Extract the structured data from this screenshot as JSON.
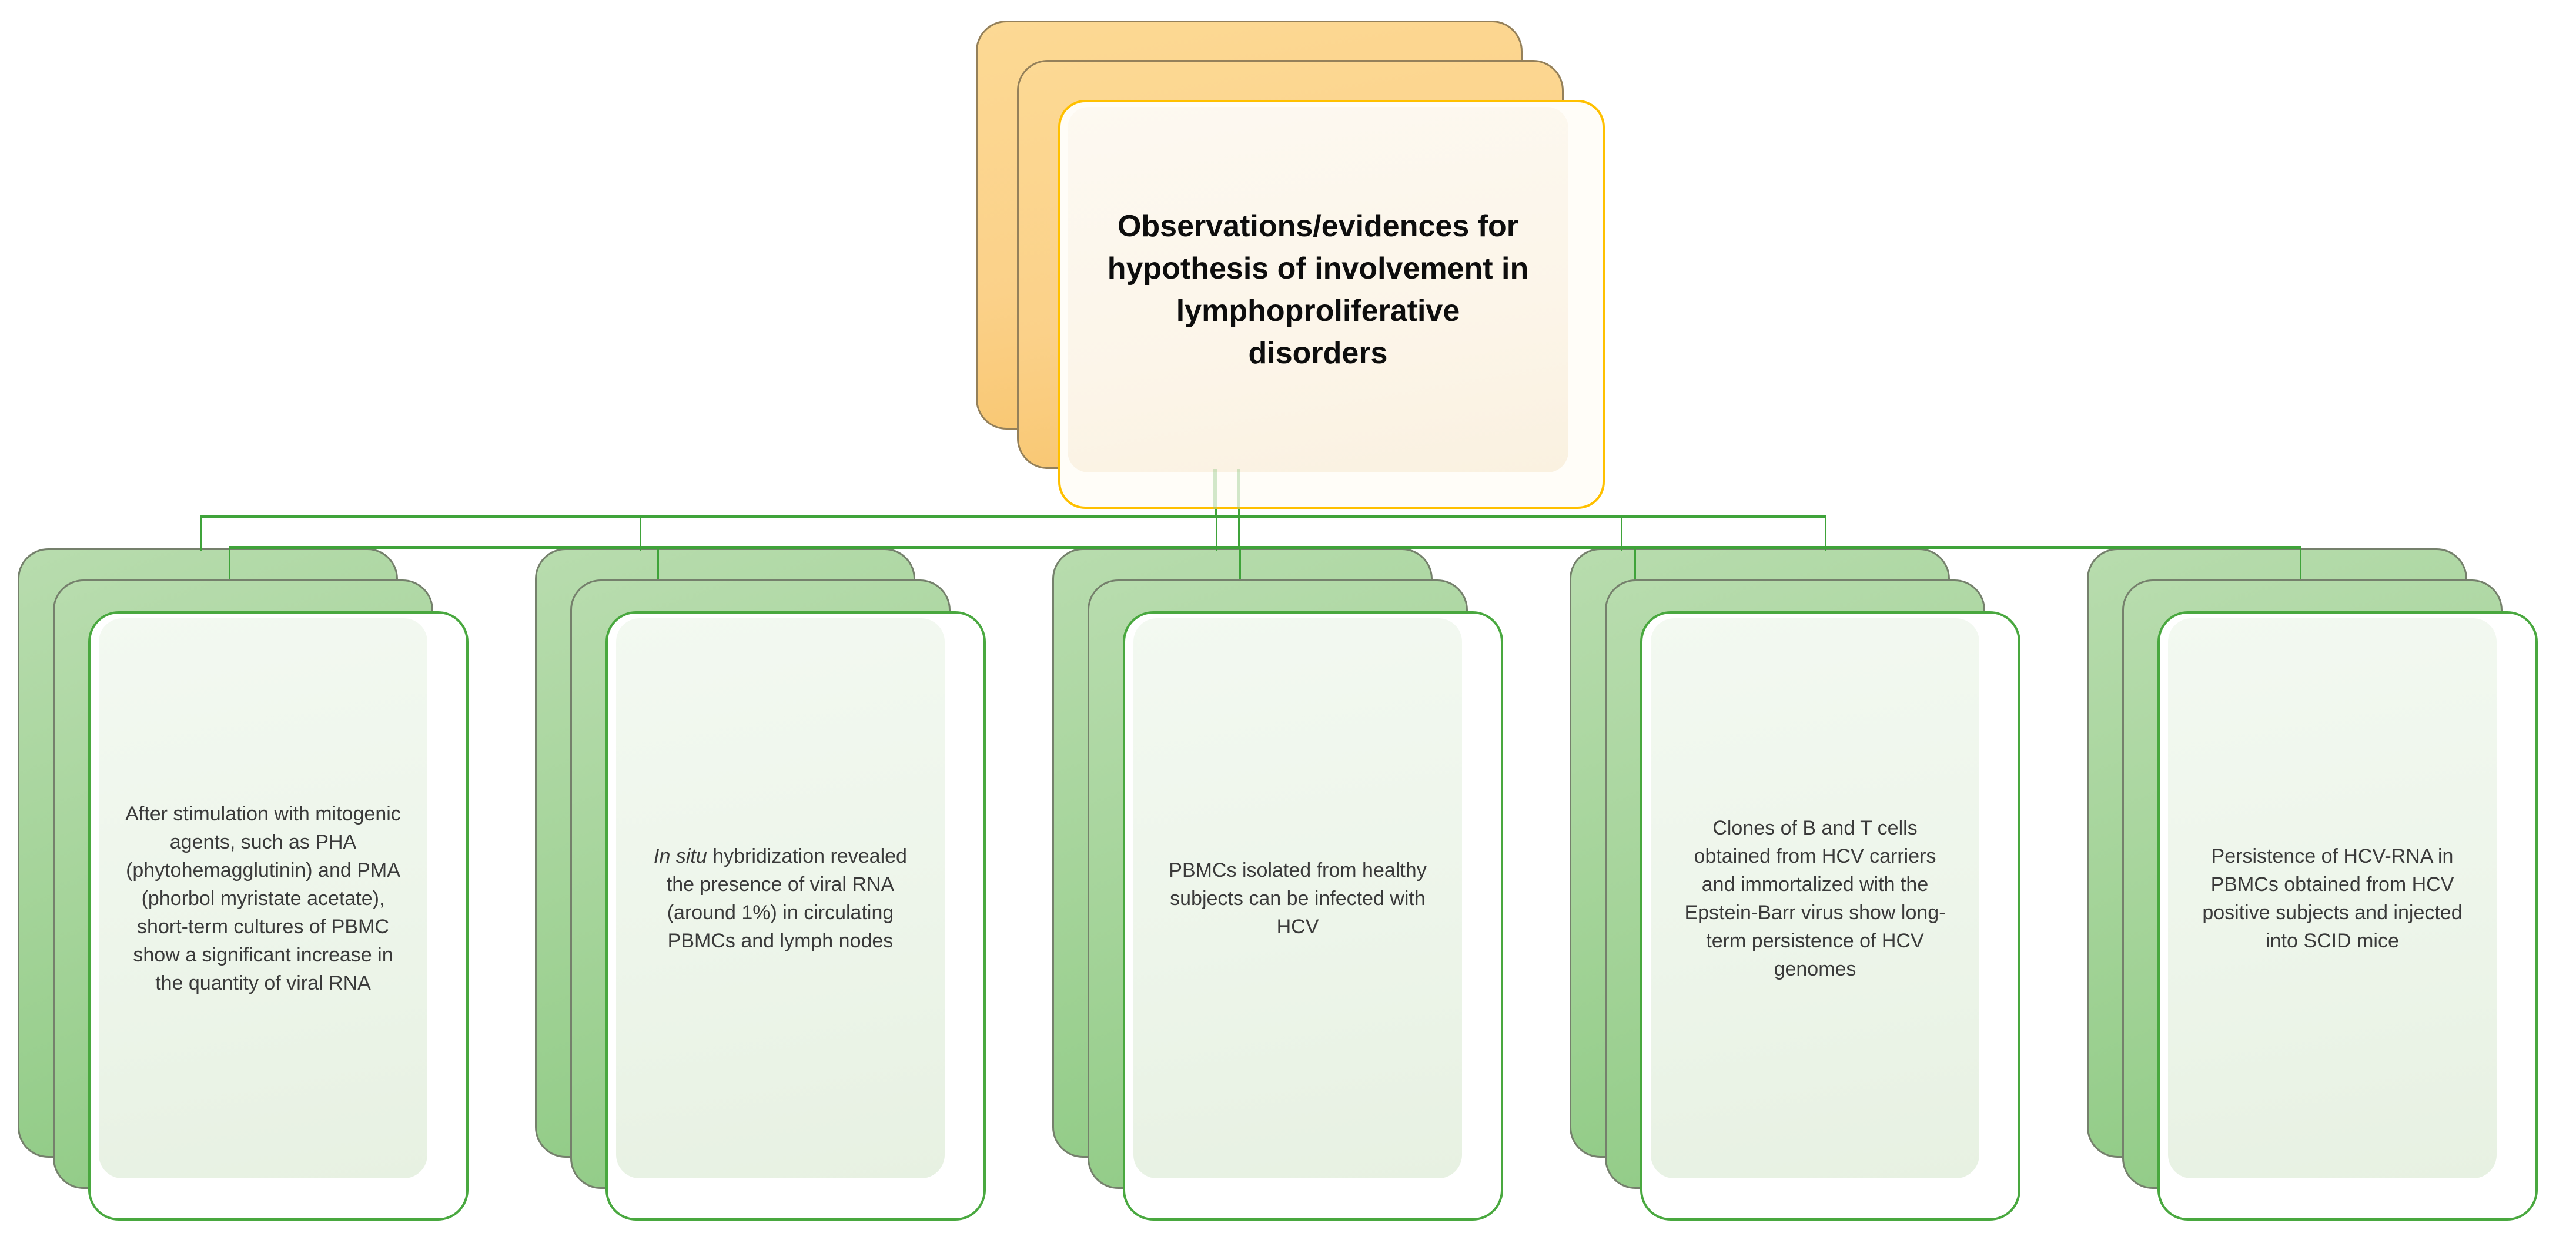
{
  "diagram": {
    "type": "hierarchy",
    "root": {
      "label": "Observations/evidences for hypothesis of involvement in lymphoproliferative disorders"
    },
    "children": [
      {
        "id": 1,
        "text": "After stimulation with mitogenic agents, such as PHA (phytohemagglutinin) and PMA (phorbol myristate acetate), short-term cultures of PBMC show a significant increase in the quantity of viral RNA",
        "parts": [
          {
            "style": "normal",
            "text": "After stimulation with mitogenic agents, such as PHA (phytohemagglutinin) and PMA (phorbol myristate acetate), short-term cultures of PBMC show a significant increase in the quantity of viral RNA"
          }
        ]
      },
      {
        "id": 2,
        "text": "In situ hybridization revealed the presence of viral RNA  (around 1%) in circulating PBMCs and lymph nodes",
        "parts": [
          {
            "style": "italic",
            "text": "In situ"
          },
          {
            "style": "normal",
            "text": " hybridization revealed the presence of viral RNA  (around 1%) in circulating PBMCs and lymph nodes"
          }
        ]
      },
      {
        "id": 3,
        "text": "PBMCs isolated from healthy subjects can be infected with HCV",
        "parts": [
          {
            "style": "normal",
            "text": "PBMCs isolated from healthy subjects can be infected with HCV"
          }
        ]
      },
      {
        "id": 4,
        "text": "Clones of B and T cells obtained from HCV carriers and immortalized with the Epstein-Barr virus show long-term persistence of HCV genomes",
        "parts": [
          {
            "style": "normal",
            "text": "Clones of B and T cells obtained from HCV carriers and immortalized with the Epstein-Barr virus show long-term persistence of HCV genomes"
          }
        ]
      },
      {
        "id": 5,
        "text": "Persistence of HCV-RNA in PBMCs obtained from HCV positive subjects and injected into SCID mice",
        "parts": [
          {
            "style": "normal",
            "text": "Persistence of HCV-RNA in PBMCs obtained from HCV positive subjects and injected into SCID mice"
          }
        ]
      }
    ]
  },
  "colors": {
    "connector_green": "#3fa33a",
    "evidence_border_green": "#49a83f",
    "evidence_back_fill": "#a5d49a",
    "evidence_inner_fill": "#edf5ea",
    "root_border_gold": "#ffc000",
    "root_back_fill": "#fbd189",
    "root_inner_fill": "#fcf5e9",
    "back_card_outline_green": "#75806c",
    "back_card_outline_tan": "#94805a",
    "body_text": "#3a3a3a",
    "title_text": "#0d0d0d"
  }
}
